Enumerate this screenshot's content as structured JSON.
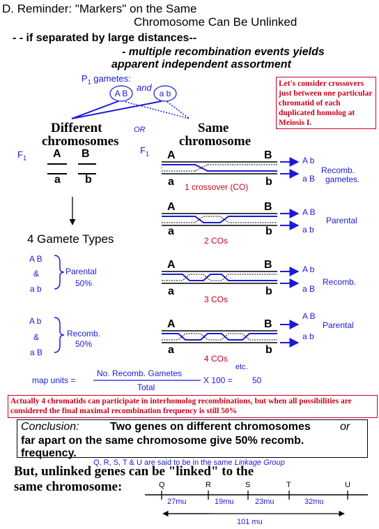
{
  "title": {
    "line1": "D. Reminder: \"Markers\" on the Same",
    "line2": "Chromosome Can Be Unlinked"
  },
  "intro": {
    "line1": "- - if separated by large distances--",
    "line2": "- multiple recombination events yields",
    "line3": "apparent independent assortment"
  },
  "note_box": "Let's consider crossovers just between one particular chromatid of each duplicated homolog at Meiosis I.",
  "p1": {
    "label": "P",
    "sub": "1",
    "suffix": " gametes:",
    "gamete1": "A B",
    "and": "and",
    "gamete2": "a b"
  },
  "left": {
    "heading1": "Different",
    "heading2": "chromosomes",
    "or": "OR",
    "f1": "F",
    "f1_sub": "1",
    "top_A": "A",
    "top_B": "B",
    "bot_a": "a",
    "bot_b": "b",
    "gamete_types": "4 Gamete Types",
    "parental_g1": "A B",
    "amp": "&",
    "parental_g2": "a b",
    "parental_label": "Parental",
    "parental_pct": "50%",
    "recomb_g1": "A b",
    "recomb_g2": "a B",
    "recomb_label": "Recomb.",
    "recomb_pct": "50%"
  },
  "right": {
    "heading1": "Same",
    "heading2": "chromosome",
    "f1": "F",
    "f1_sub": "1",
    "A": "A",
    "B": "B",
    "a": "a",
    "b": "b",
    "rows": [
      {
        "co": "1 crossover (CO)",
        "out1": "A b",
        "out2": "a B",
        "label1": "Recomb.",
        "label2": "gametes."
      },
      {
        "co": "2 COs",
        "out1": "A B",
        "out2": "a b",
        "label1": "Parental",
        "label2": ""
      },
      {
        "co": "3 COs",
        "out1": "A b",
        "out2": "a B",
        "label1": "Recomb.",
        "label2": ""
      },
      {
        "co": "4 COs",
        "out1": "A B",
        "out2": "a b",
        "label1": "Parental",
        "label2": ""
      }
    ],
    "etc": "etc."
  },
  "formula": {
    "lhs": "map units  =",
    "numerator": "No. Recomb. Gametes",
    "denominator": "Total",
    "times": "X 100  =",
    "result": "50"
  },
  "warning": "Actually 4 chromatids can participate in interhomolog recombinations, but when all possibilities are considered the final maximal recombination frequency is still 50%",
  "conclusion": {
    "label": "Conclusion:",
    "text1": "Two genes on different chromosomes",
    "or": "or",
    "text2": "far apart on the same chromosome give 50% recomb.",
    "text3": "frequency."
  },
  "linkage": {
    "note_prefix": "Q, R, S, T & U are said to be in the same",
    "note_group": "Linkage Group",
    "but1": "But, unlinked genes can be \"linked\" to the",
    "but2": "same chromosome:",
    "loci": [
      "Q",
      "R",
      "S",
      "T",
      "U"
    ],
    "distances": [
      "27mu",
      "19mu",
      "23mu",
      "32mu"
    ],
    "total": "101 mu"
  },
  "colors": {
    "blue": "#1a1ad6",
    "red": "#c8001e",
    "black": "#000000"
  }
}
